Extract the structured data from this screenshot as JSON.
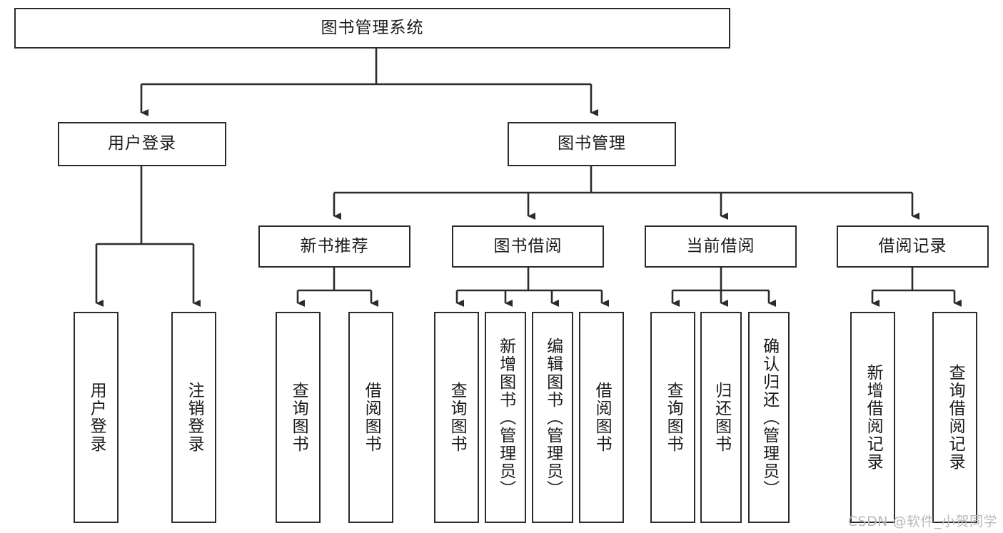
{
  "diagram": {
    "title": "图书管理系统",
    "type": "tree-hierarchy-chart",
    "watermark": "CSDN @软件_小贺同学",
    "colors": {
      "box_border": "#2b2b2b",
      "box_fill": "#ffffff",
      "edge": "#2b2b2b",
      "text": "#1a1a1a",
      "watermark": "#b9b9b9",
      "background": "#ffffff"
    }
  },
  "nodes": {
    "root": {
      "label": "图书管理系统"
    },
    "level2": [
      {
        "label": "用户登录"
      },
      {
        "label": "图书管理"
      }
    ],
    "level3": [
      {
        "label": "新书推荐"
      },
      {
        "label": "图书借阅"
      },
      {
        "label": "当前借阅"
      },
      {
        "label": "借阅记录"
      }
    ],
    "leaves": {
      "user_login": [
        {
          "label": "用户登录"
        },
        {
          "label": "注销登录"
        }
      ],
      "new_book_recommend": [
        {
          "label": "查询图书"
        },
        {
          "label": "借阅图书"
        }
      ],
      "book_borrow": [
        {
          "label": "查询图书"
        },
        {
          "label": "新增图书（管理员）"
        },
        {
          "label": "编辑图书（管理员）"
        },
        {
          "label": "借阅图书"
        }
      ],
      "current_borrow": [
        {
          "label": "查询图书"
        },
        {
          "label": "归还图书"
        },
        {
          "label": "确认归还（管理员）"
        }
      ],
      "borrow_records": [
        {
          "label": "新增借阅记录"
        },
        {
          "label": "查询借阅记录"
        }
      ]
    }
  }
}
